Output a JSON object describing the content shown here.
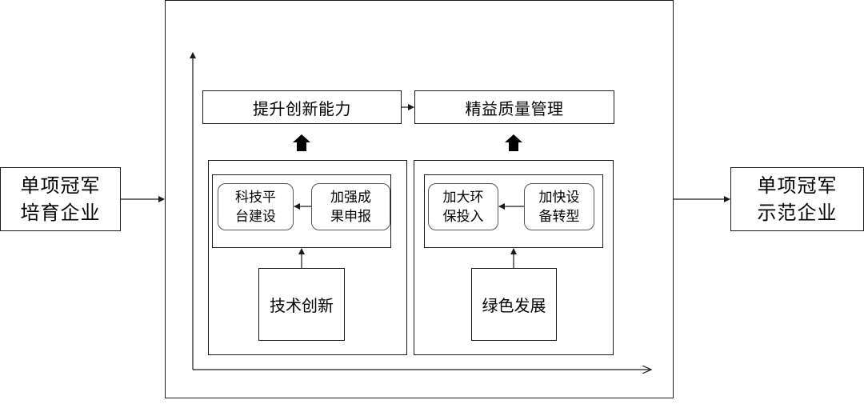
{
  "left_node": {
    "label": "单项冠军\n培育企业"
  },
  "right_node": {
    "label": "单项冠军\n示范企业"
  },
  "top_left_goal": {
    "label": "提升创新能力"
  },
  "top_right_goal": {
    "label": "精益质量管理"
  },
  "left_group": {
    "item_a": {
      "label": "科技平\n台建设"
    },
    "item_b": {
      "label": "加强成\n果申报"
    },
    "driver": {
      "label": "技术创新"
    }
  },
  "right_group": {
    "item_a": {
      "label": "加大环\n保投入"
    },
    "item_b": {
      "label": "加快设\n备转型"
    },
    "driver": {
      "label": "绿色发展"
    }
  },
  "colors": {
    "stroke": "#1a1a1a",
    "inner_stroke": "#555555",
    "background": "#ffffff"
  }
}
